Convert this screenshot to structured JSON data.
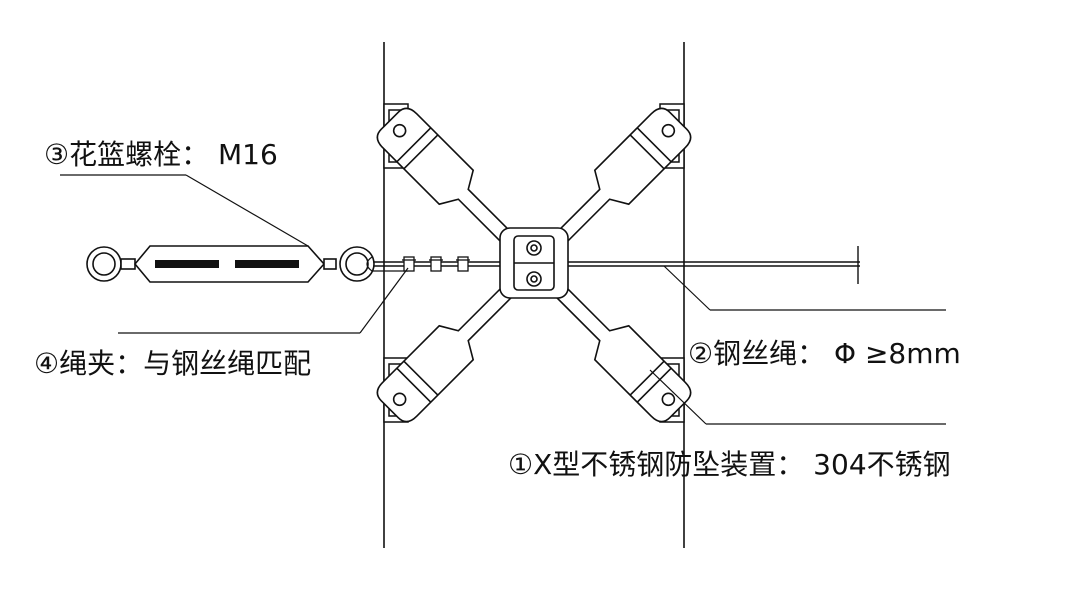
{
  "labels": {
    "turnbuckle": "③花篮螺栓： M16",
    "rope_clip": "④绳夹：与钢丝绳匹配",
    "wire_rope": "②钢丝绳： Φ ≥8mm",
    "x_device": "①X型不锈钢防坠装置： 304不锈钢"
  },
  "colors": {
    "line": "#111111",
    "background": "#ffffff"
  }
}
